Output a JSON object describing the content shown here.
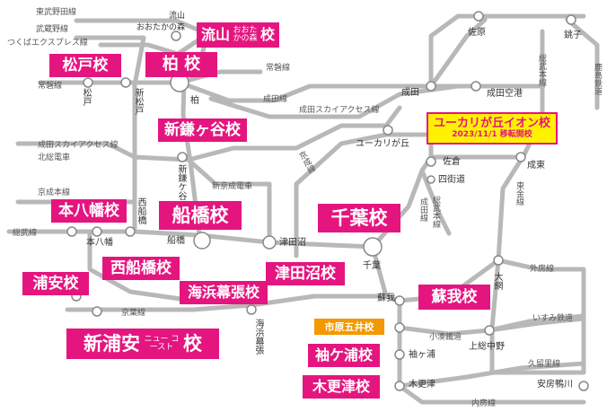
{
  "lines": {
    "tobu_noda": "東武野田線",
    "musashino_n": "武蔵野線",
    "tsukuba_ex": "つくばエクスプレス線",
    "joban": "常磐線",
    "joban2": "常磐線",
    "narita": "成田線",
    "sky_access1": "成田スカイアクセス線",
    "sky_access2": "成田スカイアクセス線",
    "hokuso": "北総電車",
    "shinkeisei": "新京成電車",
    "keisei_main": "京成本線",
    "keisei": "京成線",
    "sobu_line": "総武線",
    "keiyo": "京葉線",
    "sobu_main": "総武本線",
    "sobu_honsen2": "総武本線",
    "togane": "東金線",
    "sotobo": "外房線",
    "kominato": "小湊鐵道",
    "isumi": "いすみ鉄道",
    "kururi": "久留里線",
    "uchibo": "内房線",
    "choshi": "成田線",
    "kashima": "鹿島鉄道"
  },
  "stations": {
    "nagareyama": "流山",
    "otakanomori": "おおたかの森",
    "matsudo": "松戸",
    "shinmatsudo": "新松戸",
    "kashiwa": "柏",
    "narita": "成田",
    "narita_airport": "成田空港",
    "sawara": "佐原",
    "choshi": "銚子",
    "yukarigaoka": "ユーカリが丘",
    "sakura": "佐倉",
    "yotsukaido": "四街道",
    "naruto": "成東",
    "shinkamagaya": "新鎌ケ谷",
    "motoyawata": "本八幡",
    "nishifunabashi": "西船橋",
    "funabashi": "船橋",
    "tsudanuma": "津田沼",
    "chiba": "千葉",
    "ono": "大網",
    "soga": "蘇我",
    "kazusa": "上総中野",
    "sodegaura": "袖ヶ浦",
    "kisarazu": "木更津",
    "awakamogawa": "安房鴨川",
    "kaihin_makuhari": "海浜幕張"
  },
  "schools": {
    "nagareyama": {
      "name": "流山",
      "sub": "おおたかの森",
      "suffix": "校"
    },
    "matsudo": "松戸校",
    "kashiwa": "柏 校",
    "shinkamagaya": "新鎌ヶ谷校",
    "motoyawata": "本八幡校",
    "nishifunabashi": "西船橋校",
    "funabashi": "船橋校",
    "tsudanuma": "津田沼校",
    "chiba": "千葉校",
    "urayasu": "浦安校",
    "kaihin_makuhari": "海浜幕張校",
    "shinurayasu": {
      "name": "新浦安",
      "sub": "ニュー\nコースト",
      "suffix": "校"
    },
    "soga": "蘇我校",
    "ichiharagoi": "市原五井校",
    "sodegaura": "袖ケ浦校",
    "kisarazu": "木更津校",
    "yukarigaoka": {
      "name": "ユーカリが丘イオン校",
      "note": "2023/11/1 移転開校"
    }
  },
  "colors": {
    "school_pink": "#e5157f",
    "goi_orange": "#f39800",
    "notice_yellow": "#fff100",
    "line_gray": "#b8b8b8",
    "station_border": "#888888"
  }
}
